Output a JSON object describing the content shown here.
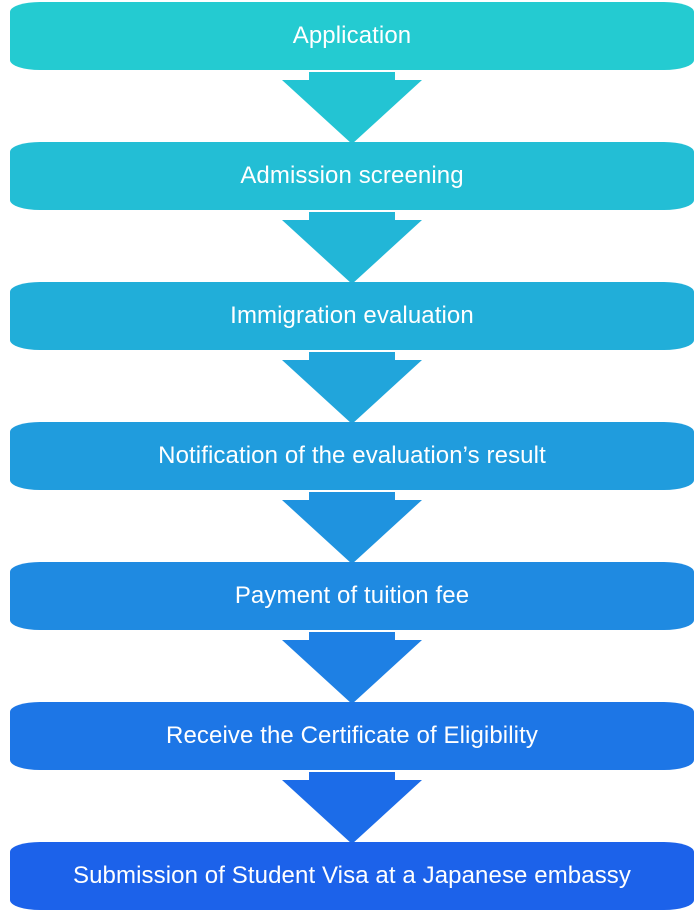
{
  "steps": [
    {
      "label": "Application",
      "color": "#24cbd1"
    },
    {
      "label": "Admission screening",
      "color": "#23bed5"
    },
    {
      "label": "Immigration evaluation",
      "color": "#21aed9"
    },
    {
      "label": "Notification of the evaluation’s result",
      "color": "#209cdd"
    },
    {
      "label": "Payment of tuition fee",
      "color": "#1f8ae1"
    },
    {
      "label": "Receive the Certificate of Eligibility",
      "color": "#1d76e6"
    },
    {
      "label": "Submission of Student Visa at a Japanese embassy",
      "color": "#1c62ea"
    }
  ],
  "arrows": [
    {
      "icon": "arrow-down-icon",
      "color": "#23c4d3"
    },
    {
      "icon": "arrow-down-icon",
      "color": "#22b6d7"
    },
    {
      "icon": "arrow-down-icon",
      "color": "#21a5db"
    },
    {
      "icon": "arrow-down-icon",
      "color": "#1f93df"
    },
    {
      "icon": "arrow-down-icon",
      "color": "#1e80e4"
    },
    {
      "icon": "arrow-down-icon",
      "color": "#1c6ce8"
    }
  ]
}
